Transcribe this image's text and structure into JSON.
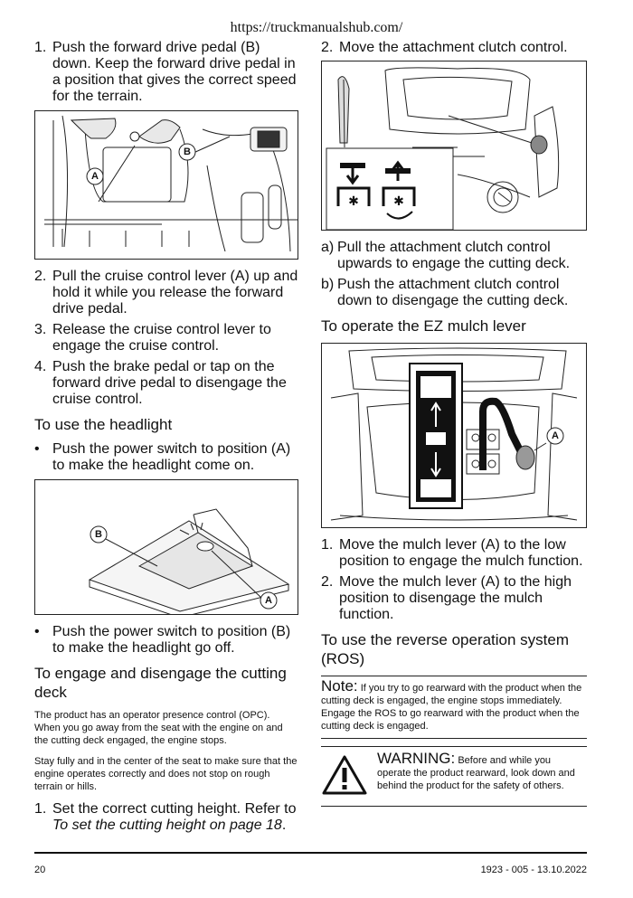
{
  "watermark": "https://truckmanualshub.com/",
  "left": {
    "step1": {
      "num": "1.",
      "text": "Push the forward drive pedal (B) down. Keep the forward drive pedal in a position that gives the correct speed for the terrain."
    },
    "fig1": {
      "label_a": "A",
      "label_b": "B"
    },
    "steps": [
      {
        "num": "2.",
        "text": "Pull the cruise control lever (A) up and hold it while you release the forward drive pedal."
      },
      {
        "num": "3.",
        "text": "Release the cruise control lever to engage the cruise control."
      },
      {
        "num": "4.",
        "text": "Push the brake pedal or tap on the forward drive pedal to disengage the cruise control."
      }
    ],
    "headlight_title": "To use the headlight",
    "headlight_on": {
      "bullet": "•",
      "text": "Push the power switch to position (A) to make the headlight come on."
    },
    "fig2": {
      "label_a": "A",
      "label_b": "B"
    },
    "headlight_off": {
      "bullet": "•",
      "text": "Push the power switch to position (B) to make the headlight go off."
    },
    "cutting_title": "To engage and disengage the cutting deck",
    "opc_para": "The product has an operator presence control (OPC). When you go away from the seat with the engine on and the cutting deck engaged, the engine stops.",
    "seat_para": "Stay fully and in the center of the seat to make sure that the engine operates correctly and does not stop on rough terrain or hills.",
    "cut_step1": {
      "num": "1.",
      "text": "Set the correct cutting height. Refer to ",
      "ref": "To set the cutting height on page 18",
      "end": "."
    }
  },
  "right": {
    "step2": {
      "num": "2.",
      "text": "Move the attachment clutch control."
    },
    "sub_steps": [
      {
        "num": "a)",
        "text": "Pull the attachment clutch control upwards to engage the cutting deck."
      },
      {
        "num": "b)",
        "text": "Push the attachment clutch control down to disengage the cutting deck."
      }
    ],
    "mulch_title": "To operate the EZ mulch lever",
    "fig4": {
      "label_a": "A"
    },
    "mulch_steps": [
      {
        "num": "1.",
        "text": "Move the mulch lever (A) to the low position to engage the mulch function."
      },
      {
        "num": "2.",
        "text": "Move the mulch lever (A) to the high position to disengage the mulch function."
      }
    ],
    "ros_title": "To use the reverse operation system (ROS)",
    "note_label": "Note:",
    "note_text": " If you try to go rearward with the product when the cutting deck is engaged, the engine stops immediately. Engage the ROS to go rearward with the product when the cutting deck is engaged.",
    "warning_label": "WARNING:",
    "warning_text": " Before and while you operate the product rearward, look down and behind the product for the safety of others."
  },
  "footer": {
    "page": "20",
    "doc": "1923 - 005 - 13.10.2022"
  }
}
